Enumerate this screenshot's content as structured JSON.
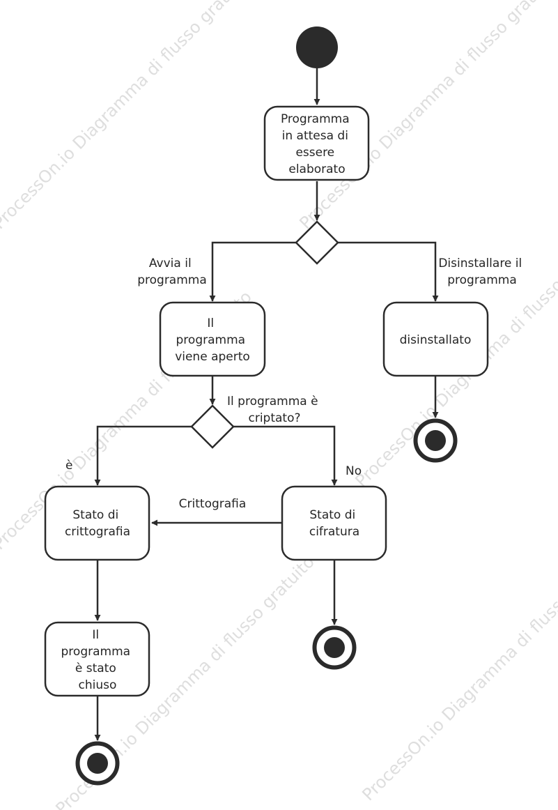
{
  "colors": {
    "stroke": "#2b2b2b",
    "fill": "#ffffff",
    "text": "#262626",
    "watermark": "#b5b5b5"
  },
  "watermark": {
    "text": "ProcessOn.io Diagramma di flusso gratuito"
  },
  "nodes": {
    "waiting": {
      "lines": [
        "Programma",
        "in attesa di",
        "essere",
        "elaborato"
      ]
    },
    "opened": {
      "lines": [
        "Il",
        "programma",
        "viene aperto"
      ]
    },
    "uninstalled": {
      "lines": [
        "disinstallato"
      ]
    },
    "encryption_state": {
      "lines": [
        "Stato di",
        "crittografia"
      ]
    },
    "cipher_state": {
      "lines": [
        "Stato di",
        "cifratura"
      ]
    },
    "closed": {
      "lines": [
        "Il",
        "programma",
        "è stato",
        "chiuso"
      ]
    }
  },
  "edges": {
    "start_program": {
      "lines": [
        "Avvia il",
        "programma"
      ]
    },
    "uninstall": {
      "lines": [
        "Disinstallare il",
        "programma"
      ]
    },
    "is_encrypted_question": {
      "lines": [
        "Il programma è",
        "criptato?"
      ]
    },
    "yes": {
      "lines": [
        "è"
      ]
    },
    "no": {
      "lines": [
        "No"
      ]
    },
    "encryption": {
      "lines": [
        "Crittografia"
      ]
    }
  }
}
